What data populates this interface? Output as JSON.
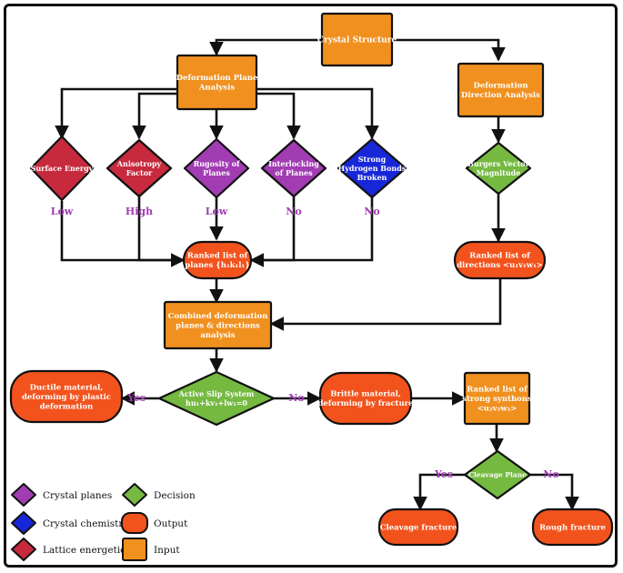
{
  "colors": {
    "input": "#F0901F",
    "output": "#F2531D",
    "decision": "#75B941",
    "crystal_planes": "#A13CB3",
    "crystal_chemistry": "#1727D8",
    "lattice_energetics": "#C62A3C",
    "label": "#A23EB4",
    "stroke": "#111111"
  },
  "nodes": {
    "crystal_structure": "Crystal Structure",
    "deformation_plane_analysis": [
      "Deformation Plane",
      "Analysis"
    ],
    "deformation_direction_analysis": [
      "Deformation",
      "Direction Analysis"
    ],
    "surface_energy": [
      "Surface Energy"
    ],
    "anisotropy_factor": [
      "Anisotropy",
      "Factor"
    ],
    "rugosity_of_planes": [
      "Rugosity of",
      "Planes"
    ],
    "interlocking_of_planes": [
      "Interlocking",
      "of Planes"
    ],
    "strong_hydrogen_bonds": [
      "Strong",
      "Hydrogen Bonds",
      "Broken"
    ],
    "burgers_vector": [
      "Burgers Vector",
      "Magnitude"
    ],
    "ranked_planes": [
      "Ranked list of",
      "planes {h₁k₁l₁}"
    ],
    "ranked_directions": [
      "Ranked list of",
      "directions <u₁v₁w₁>"
    ],
    "combined": [
      "Combined deformation",
      "planes & directions",
      "analysis"
    ],
    "active_slip_system": [
      "Active Slip System",
      "hu₁+kv₁+lw₁=0"
    ],
    "ductile_material": [
      "Ductile material,",
      "deforming by plastic",
      "deformation"
    ],
    "brittle_material": [
      "Brittle material,",
      "deforming by fracture"
    ],
    "ranked_synthons": [
      "Ranked list of",
      "strong synthons",
      "<u₂v₂w₂>"
    ],
    "cleavage_plane": [
      "Cleavage Plane"
    ],
    "cleavage_fracture": [
      "Cleavage fracture"
    ],
    "rough_fracture": [
      "Rough fracture"
    ]
  },
  "edge_labels": {
    "low_1": "Low",
    "high": "High",
    "low_2": "Low",
    "no_1": "No",
    "no_2": "No",
    "yes_ductile": "Yes",
    "no_brittle": "No",
    "yes_cleavage": "Yes",
    "no_rough": "No"
  },
  "legend": [
    {
      "shape": "diamond",
      "color_key": "crystal_planes",
      "label": "Crystal planes"
    },
    {
      "shape": "diamond",
      "color_key": "crystal_chemistry",
      "label": "Crystal chemistry"
    },
    {
      "shape": "diamond",
      "color_key": "lattice_energetics",
      "label": "Lattice energetics"
    },
    {
      "shape": "diamond",
      "color_key": "decision",
      "label": "Decision"
    },
    {
      "shape": "rounded",
      "color_key": "output",
      "label": "Output"
    },
    {
      "shape": "rect",
      "color_key": "input",
      "label": "Input"
    }
  ]
}
